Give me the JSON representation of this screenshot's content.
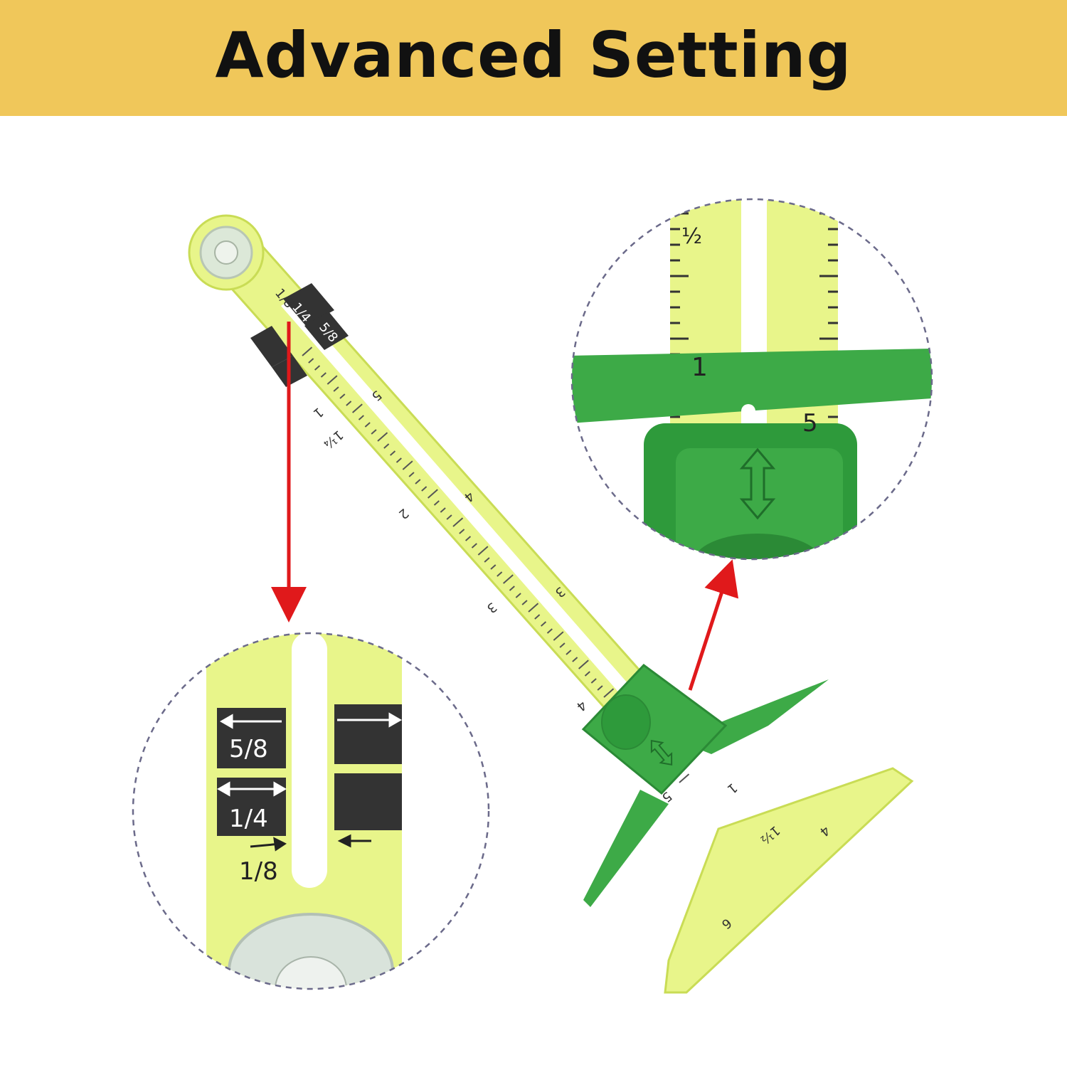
{
  "banner": {
    "title": "Advanced Setting",
    "background_color": "#F0C75A"
  },
  "colors": {
    "ruler": "#E8F58A",
    "ruler_edge": "#C9DC55",
    "slider": "#3DAA47",
    "slider_dark": "#2B8A36",
    "arrow": "#E0191B",
    "marking_label": "#333333"
  },
  "icons": {
    "pointer_arrows": "red-arrow-icon",
    "slider_arrow": "double-arrow-icon"
  },
  "zoom_left": {
    "labels": [
      "5/8",
      "1/4",
      "1/8"
    ]
  },
  "zoom_right": {
    "labels": [
      "½",
      "1",
      "5"
    ]
  },
  "ruler": {
    "labels": [
      "1/8",
      "1/4",
      "5/8",
      "5",
      "1",
      "1¼",
      "4",
      "2",
      "3",
      "3",
      "4",
      "5",
      "1",
      "1½",
      "4",
      "6"
    ]
  }
}
